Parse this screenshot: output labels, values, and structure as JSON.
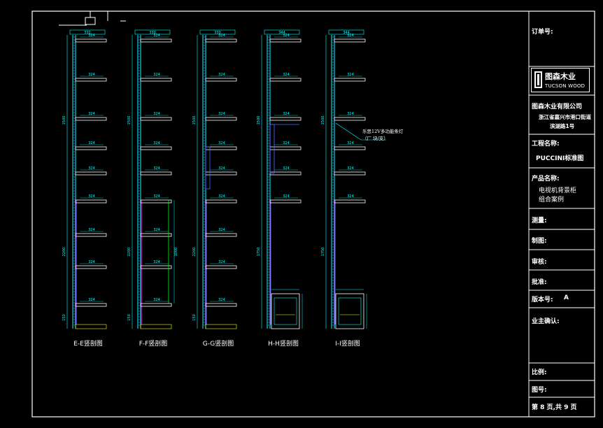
{
  "drawing": {
    "sections": [
      {
        "title": "E-E竖剖图",
        "top_width": "330",
        "shelf_labels": [
          "324",
          "324",
          "324",
          "324",
          "324",
          "324",
          "324",
          "324",
          "324"
        ],
        "height_labels": [
          "1500",
          "2200",
          "150"
        ]
      },
      {
        "title": "F-F竖剖图",
        "top_width": "330",
        "shelf_labels": [
          "324",
          "324",
          "324",
          "324",
          "324",
          "324",
          "324",
          "324",
          "324"
        ],
        "height_labels": [
          "1500",
          "2200",
          "150"
        ],
        "door_label": "1000"
      },
      {
        "title": "G-G竖剖图",
        "top_width": "330",
        "shelf_labels": [
          "324",
          "324",
          "324",
          "324",
          "324",
          "324",
          "324",
          "324",
          "324"
        ],
        "height_labels": [
          "1500",
          "2200",
          "150"
        ]
      },
      {
        "title": "H-H竖剖图",
        "top_width": "344",
        "shelf_labels": [
          "324",
          "324",
          "324",
          "324",
          "324",
          "324"
        ],
        "height_labels": [
          "1500",
          "1750"
        ]
      },
      {
        "title": "I-I竖剖图",
        "top_width": "344",
        "shelf_labels": [
          "324",
          "324",
          "324",
          "324",
          "324",
          "324"
        ],
        "height_labels": [
          "1500",
          "1750"
        ]
      }
    ],
    "led_note_line1": "乐思12V多功能条灯",
    "led_note_line2": "（厂 块/支）"
  },
  "title_block": {
    "order_no_label": "订单号:",
    "logo_cn": "图森木业",
    "logo_en": "TUCSON WOOD",
    "company_name": "图森木业有限公司",
    "company_addr_line1": "浙江省嘉兴市港口街道",
    "company_addr_line2": "滨湖路1号",
    "project_label": "工程名称:",
    "project_value": "PUCCINI标准图",
    "product_label": "产品名称:",
    "product_value_line1": "电视机背景柜",
    "product_value_line2": "组合案例",
    "measure_label": "测量:",
    "draw_label": "制图:",
    "review_label": "审核:",
    "approve_label": "批准:",
    "version_label": "版本号:",
    "version_value": "A",
    "owner_confirm_label": "业主确认:",
    "scale_label": "比例:",
    "drawing_no_label": "图号:",
    "page_text": "第 8 页,共 9 页"
  },
  "colors": {
    "background": "#000000",
    "frame": "#ffffff",
    "panel": "#00ffff",
    "shelf": "#ffffff",
    "dimension": "#00ffff",
    "magenta": "#ff00ff",
    "green": "#00ff00",
    "yellow": "#ffff00",
    "blue": "#4f6bff"
  }
}
